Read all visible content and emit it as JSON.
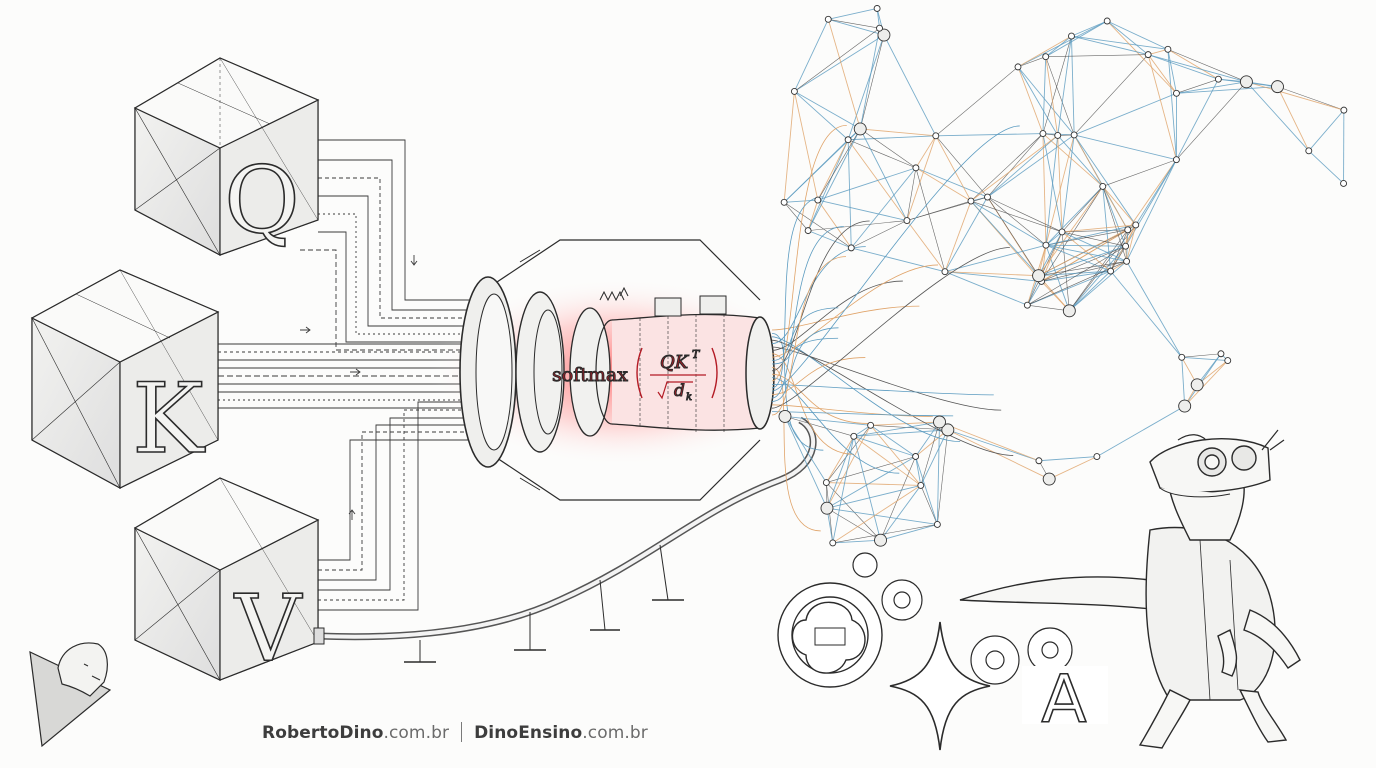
{
  "cubes": [
    {
      "letter": "Q"
    },
    {
      "letter": "K"
    },
    {
      "letter": "V"
    }
  ],
  "formula": {
    "func": "softmax",
    "numerator_main": "QK",
    "numerator_sup": "T",
    "denominator_main": "d",
    "denominator_sub": "k"
  },
  "logos": {
    "anthropic": "A"
  },
  "footer": {
    "site1_brand": "RobertoDino",
    "site1_domain": ".com.br",
    "site2_brand": "DinoEnsino",
    "site2_domain": ".com.br"
  },
  "colors": {
    "ink": "#2b2b2b",
    "network_blue": "#5b9bc0",
    "network_orange": "#e0a46a",
    "formula_red": "#b31a24",
    "glow": "#f25a5a"
  }
}
